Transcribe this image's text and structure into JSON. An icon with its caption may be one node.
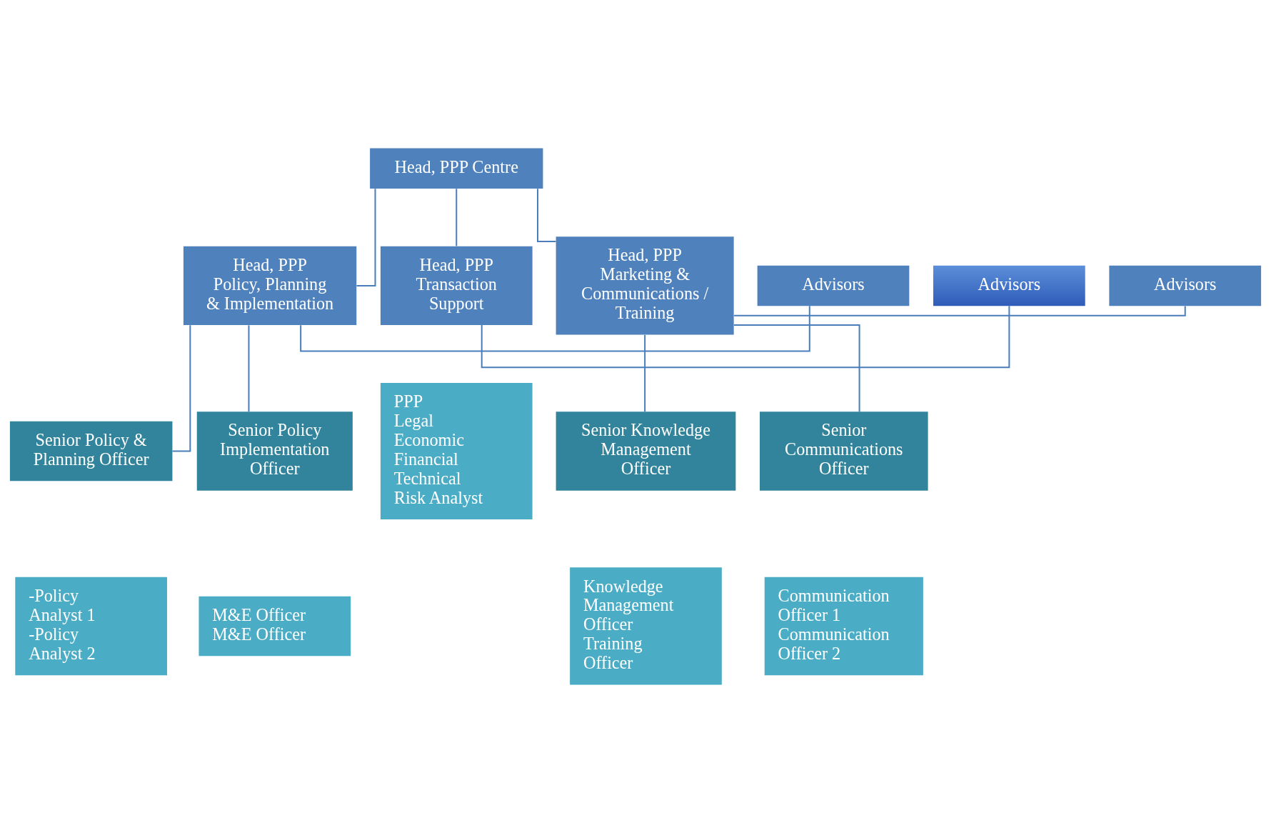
{
  "diagram": {
    "nodes": [
      {
        "text": [
          "Head, PPP Centre"
        ]
      },
      {
        "text": [
          "Advisors"
        ]
      },
      {
        "text": [
          "Head, PPP Transaction Support"
        ]
      },
      {
        "text": [
          "PPP",
          "Legal",
          "Economic",
          "Financial",
          "Technical",
          "Risk Analyst"
        ]
      },
      {
        "text": [
          "Head, PPP Policy, Planning & Implementation"
        ]
      },
      {
        "text": [
          "Advisors"
        ]
      },
      {
        "text": [
          "Head, PPP Marketing & Communications / Training"
        ]
      },
      {
        "text": [
          "Advisors"
        ]
      },
      {
        "text": [
          "Senior Policy & Planning Officer"
        ]
      },
      {
        "text": [
          "-Policy Analyst 1",
          "-Policy Analyst 2"
        ]
      },
      {
        "text": [
          "Senior Policy Implementation Officer"
        ]
      },
      {
        "text": [
          "M&E Officer",
          "M&E Officer"
        ]
      },
      {
        "text": [
          "Senior Communications Officer"
        ]
      },
      {
        "text": [
          "Communication Officer 1",
          "Communication Officer 2"
        ]
      },
      {
        "text": [
          "Senior Knowledge Management Officer"
        ]
      },
      {
        "text": [
          "Knowledge Management Officer",
          "Training Officer"
        ]
      }
    ],
    "edges": [
      {
        "from": 0,
        "to": 2,
        "arrow": "none"
      },
      {
        "from": 0,
        "to": 4,
        "arrow": "none"
      },
      {
        "from": 0,
        "to": 6,
        "arrow": "none"
      },
      {
        "from": 1,
        "to": 2,
        "arrow": "none"
      },
      {
        "from": 4,
        "to": 5,
        "arrow": "none"
      },
      {
        "from": 6,
        "to": 7,
        "arrow": "none"
      },
      {
        "from": 4,
        "to": 8,
        "arrow": "none"
      },
      {
        "from": 4,
        "to": 10,
        "arrow": "none"
      },
      {
        "from": 6,
        "to": 12,
        "arrow": "none"
      },
      {
        "from": 6,
        "to": 14,
        "arrow": "none"
      }
    ]
  }
}
